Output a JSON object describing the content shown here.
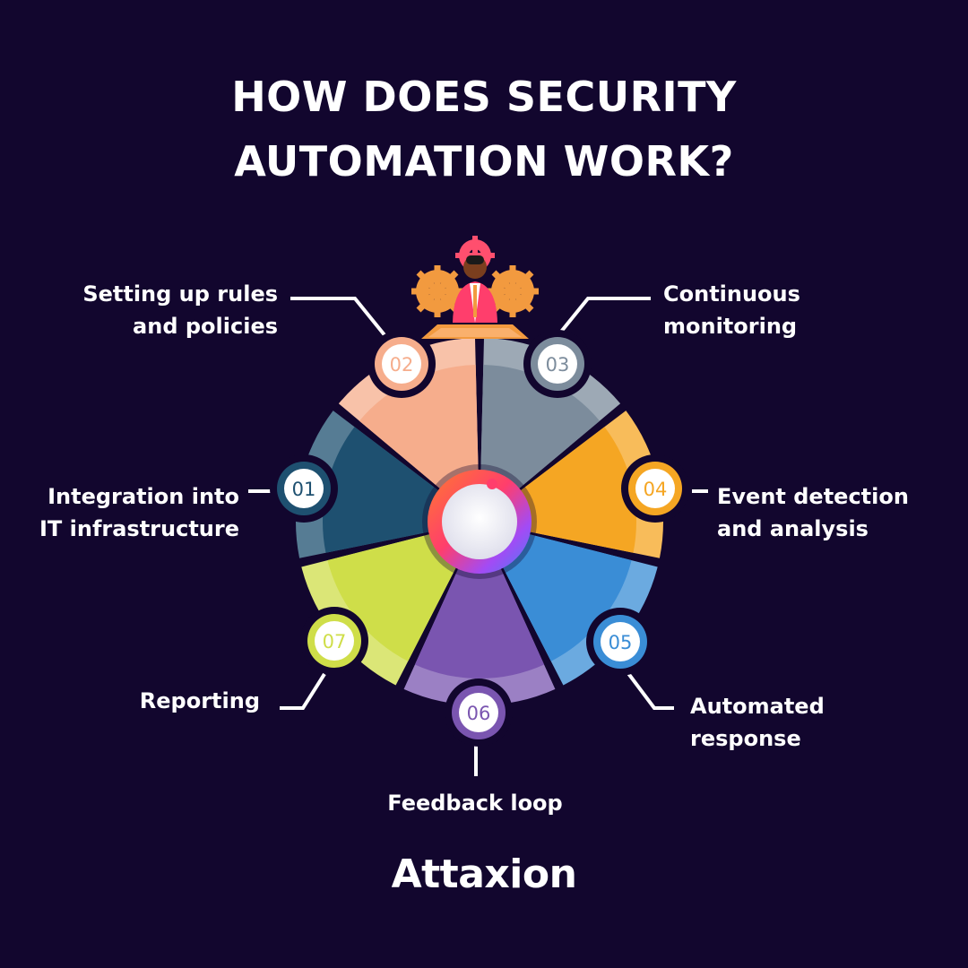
{
  "title": {
    "line1": "HOW DOES SECURITY",
    "line2": "AUTOMATION WORK?"
  },
  "steps": [
    {
      "number": "01",
      "line1": "Integration into",
      "line2": "IT infrastructure",
      "color": "#1e5070",
      "badge_color": "#1e5070"
    },
    {
      "number": "02",
      "line1": "Setting up rules",
      "line2": "and policies",
      "color": "#f6ad8c",
      "badge_color": "#f6ad8c"
    },
    {
      "number": "03",
      "line1": "Continuous",
      "line2": "monitoring",
      "color": "#7c8c9c",
      "badge_color": "#7c8c9c"
    },
    {
      "number": "04",
      "line1": "Event detection",
      "line2": "and analysis",
      "color": "#f5a623",
      "badge_color": "#f5a623"
    },
    {
      "number": "05",
      "line1": "Automated",
      "line2": "response",
      "color": "#3a8dd6",
      "badge_color": "#3a8dd6"
    },
    {
      "number": "06",
      "line1": "Feedback loop",
      "line2": "",
      "color": "#7a55b0",
      "badge_color": "#7a55b0"
    },
    {
      "number": "07",
      "line1": "Reporting",
      "line2": "",
      "color": "#cfde49",
      "badge_color": "#cfde49"
    }
  ],
  "logo": {
    "text": "Attaxion",
    "mark_colors": [
      "#ff3e6c",
      "#a24bf5",
      "#4b7cf5"
    ]
  },
  "colors": {
    "background": "#12062e",
    "text": "#ffffff"
  }
}
